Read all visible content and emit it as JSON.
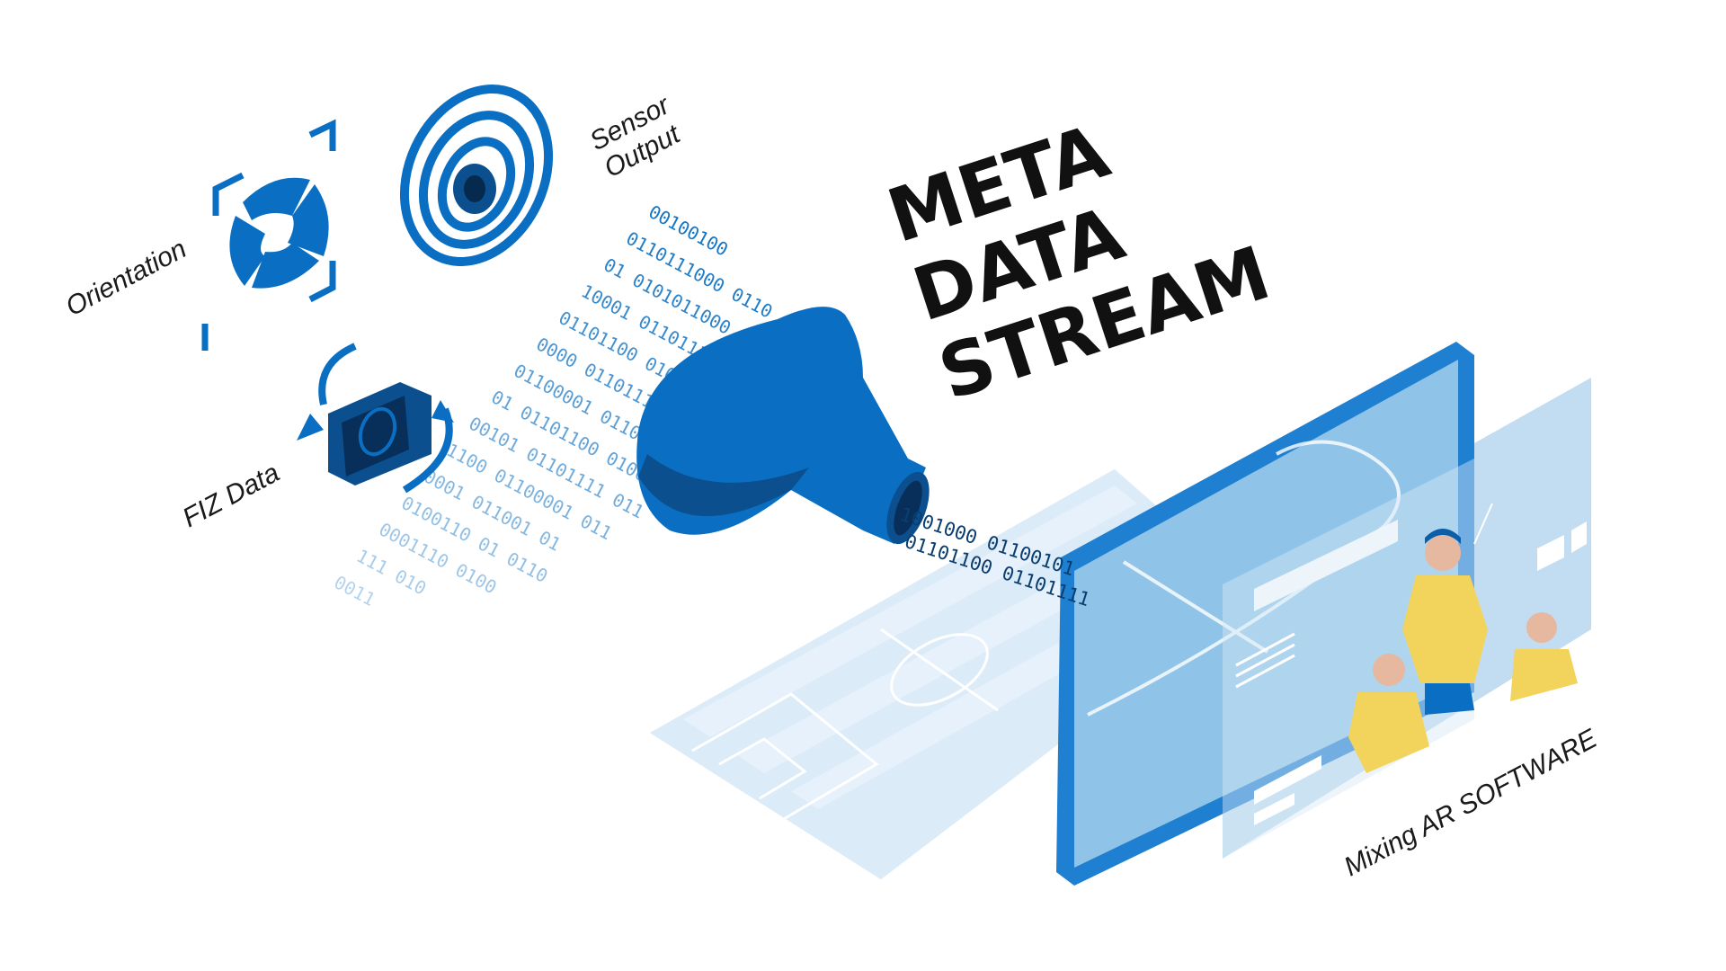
{
  "title_lines": [
    "META",
    "DATA",
    "STREAM"
  ],
  "labels": {
    "orientation": "Orientation",
    "sensor_output_line1": "Sensor",
    "sensor_output_line2": "Output",
    "fiz_data": "FIZ Data",
    "mixing_ar": "Mixing AR SOFTWARE"
  },
  "binary_stream_in": [
    "00100100",
    "0110111000 0110",
    "01 0101011000 01100",
    "10001 01101111 00100",
    "01101100 01001100 01100",
    "0000 01101111 01001000 011",
    "01100001 01101100 0110",
    "01 01101100 01001000",
    "00101 01101111 011",
    "1100 01100001 011",
    "0001 011001 01",
    "0100110 01 0110",
    "0001110 0100",
    "111 010",
    "0011"
  ],
  "binary_stream_out": [
    "1001000 01100101",
    "01101100 01101111"
  ],
  "colors": {
    "primary_blue": "#0a6fc2",
    "dark_blue": "#0b4f8f",
    "light_blue": "#8fc3e8",
    "pale_blue": "#dcebf8",
    "jersey_yellow": "#f2d45c"
  }
}
